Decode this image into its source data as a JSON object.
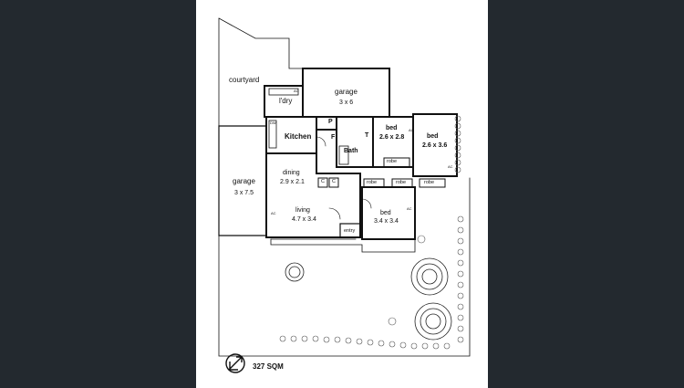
{
  "plan": {
    "total_area": "327 SQM",
    "rooms": {
      "courtyard": {
        "name": "courtyard"
      },
      "laundry": {
        "name": "l'dry"
      },
      "garage_top": {
        "name": "garage",
        "size": "3 x 6"
      },
      "kitchen": {
        "name": "Kitchen"
      },
      "pantry": {
        "name": "P"
      },
      "fridge": {
        "name": "F"
      },
      "bath": {
        "name": "Bath"
      },
      "toilet": {
        "name": "T"
      },
      "bed1": {
        "name": "bed",
        "size": "2.6 x 2.8"
      },
      "bed2": {
        "name": "bed",
        "size": "2.6 x 3.6"
      },
      "garage_left": {
        "name": "garage",
        "size": "3 x 7.5"
      },
      "dining": {
        "name": "dining",
        "size": "2.9 x 2.1"
      },
      "living": {
        "name": "living",
        "size": "4.7 x 3.4"
      },
      "bed3": {
        "name": "bed",
        "size": "3.4 x 3.4"
      },
      "entry": {
        "name": "entry"
      }
    },
    "fixtures": {
      "robe": "robe",
      "cupboard": "C",
      "ac": "AC",
      "washer": "DW"
    },
    "colors": {
      "background": "#23292f",
      "sheet": "#ffffff",
      "walls": "#111111"
    }
  }
}
